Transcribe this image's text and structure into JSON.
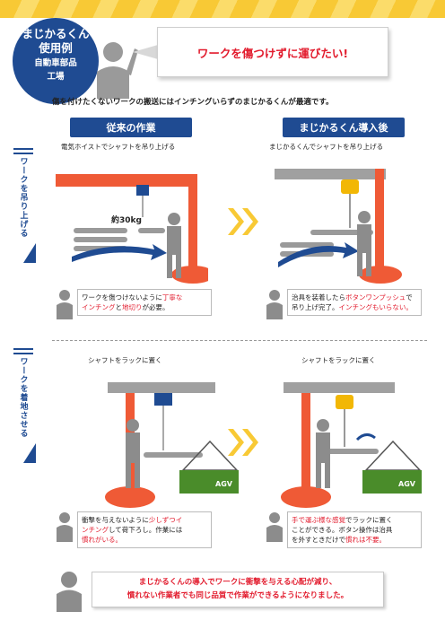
{
  "header": {
    "title_line1": "まじかるくん",
    "title_line2": "使用例",
    "sub_line1": "自動車部品",
    "sub_line2": "工場",
    "headline": "ワークを傷つけずに運びたい!"
  },
  "lead_text": "傷を付けたくないワークの搬送にはインチングいらずのまじかるくんが最適です。",
  "columns": {
    "before": "従来の作業",
    "after": "まじかるくん導入後"
  },
  "row1": {
    "side_label": "ワークを吊り上げる",
    "caption_left": "電気ホイストでシャフトを吊り上げる",
    "caption_right": "まじかるくんでシャフトを吊り上げる",
    "weight_label": "約30kg",
    "note_left": {
      "a": "ワークを傷つけないように",
      "b": "丁寧な",
      "c": "インチング",
      "d": "と",
      "e": "地切り",
      "f": "が必要。"
    },
    "note_right": {
      "a": "治具を装着したら",
      "b": "ボタンワンプッシュ",
      "c": "で吊り上げ完了。",
      "d": "インチングもいらない。"
    }
  },
  "row2": {
    "side_label": "ワークを着地させる",
    "caption_left": "シャフトをラックに置く",
    "caption_right": "シャフトをラックに置く",
    "agv_label": "AGV",
    "note_left": {
      "a": "衝撃を与えないように",
      "b": "少しずつイ",
      "c": "ンチング",
      "d": "して荷下ろし。作業には",
      "e": "慣れがいる。"
    },
    "note_right": {
      "a": "手で運ぶ様な感覚",
      "b": "でラックに置く",
      "c": "ことができる。ボタン操作は治具",
      "d": "を外すときだけで",
      "e": "慣れは不要。"
    }
  },
  "bottom": {
    "line1": "まじかるくんの導入でワークに衝撃を与える心配が減り、",
    "line2": "慣れない作業者でも同じ品質で作業ができるようになりました。"
  },
  "colors": {
    "navy": "#1f4b92",
    "red": "#e21b2d",
    "orange": "#ef5a36",
    "yellow": "#f8c935",
    "gray": "#8c8c8c",
    "green": "#4a8c2a"
  }
}
